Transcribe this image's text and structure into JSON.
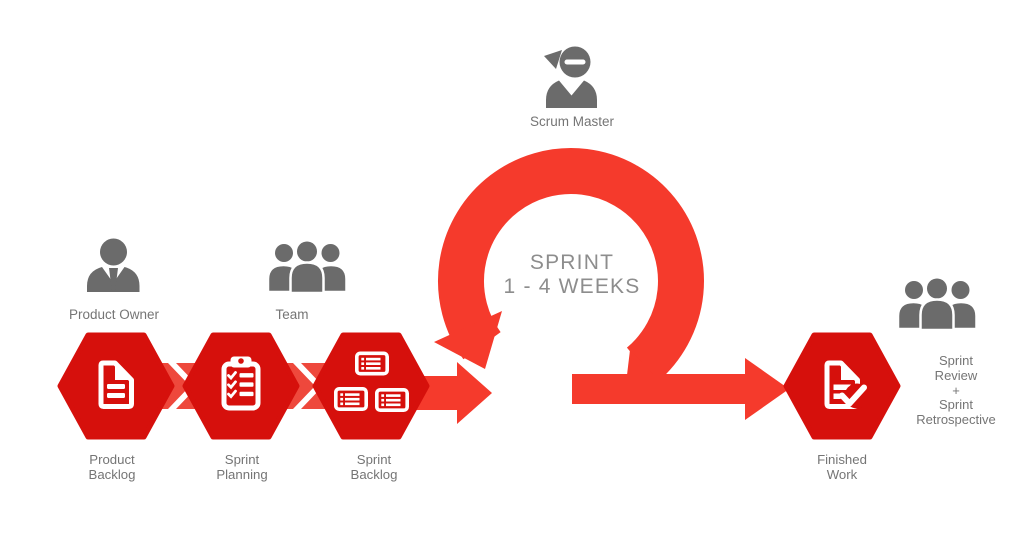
{
  "colors": {
    "hexagon": "#d6100c",
    "band": "#ee483c",
    "arrow": "#f53a2c",
    "icon_gray": "#6b6b6b",
    "label_gray": "#757575",
    "loop_text_gray": "#8d8d8d",
    "icon_white": "#ffffff"
  },
  "people": {
    "product_owner": {
      "label": "Product Owner",
      "icon": "person-suit-icon"
    },
    "team": {
      "label": "Team",
      "icon": "people-group-icon"
    },
    "scrum_master": {
      "label": "Scrum Master",
      "icon": "person-cap-icon"
    }
  },
  "loop": {
    "label_line1": "SPRINT",
    "label_line2": "1 - 4 WEEKS"
  },
  "steps": [
    {
      "id": "product-backlog",
      "lines": [
        "Product",
        "Backlog"
      ],
      "icon": "document-icon"
    },
    {
      "id": "sprint-planning",
      "lines": [
        "Sprint",
        "Planning"
      ],
      "icon": "clipboard-icon"
    },
    {
      "id": "sprint-backlog",
      "lines": [
        "Sprint",
        "Backlog"
      ],
      "icon": "task-cards-icon"
    },
    {
      "id": "finished-work",
      "lines": [
        "Finished",
        "Work"
      ],
      "icon": "document-check-icon"
    }
  ],
  "outcome": {
    "lines": [
      "Sprint",
      "Review",
      "+",
      "Sprint",
      "Retrospective"
    ],
    "icon": "people-group-icon"
  }
}
